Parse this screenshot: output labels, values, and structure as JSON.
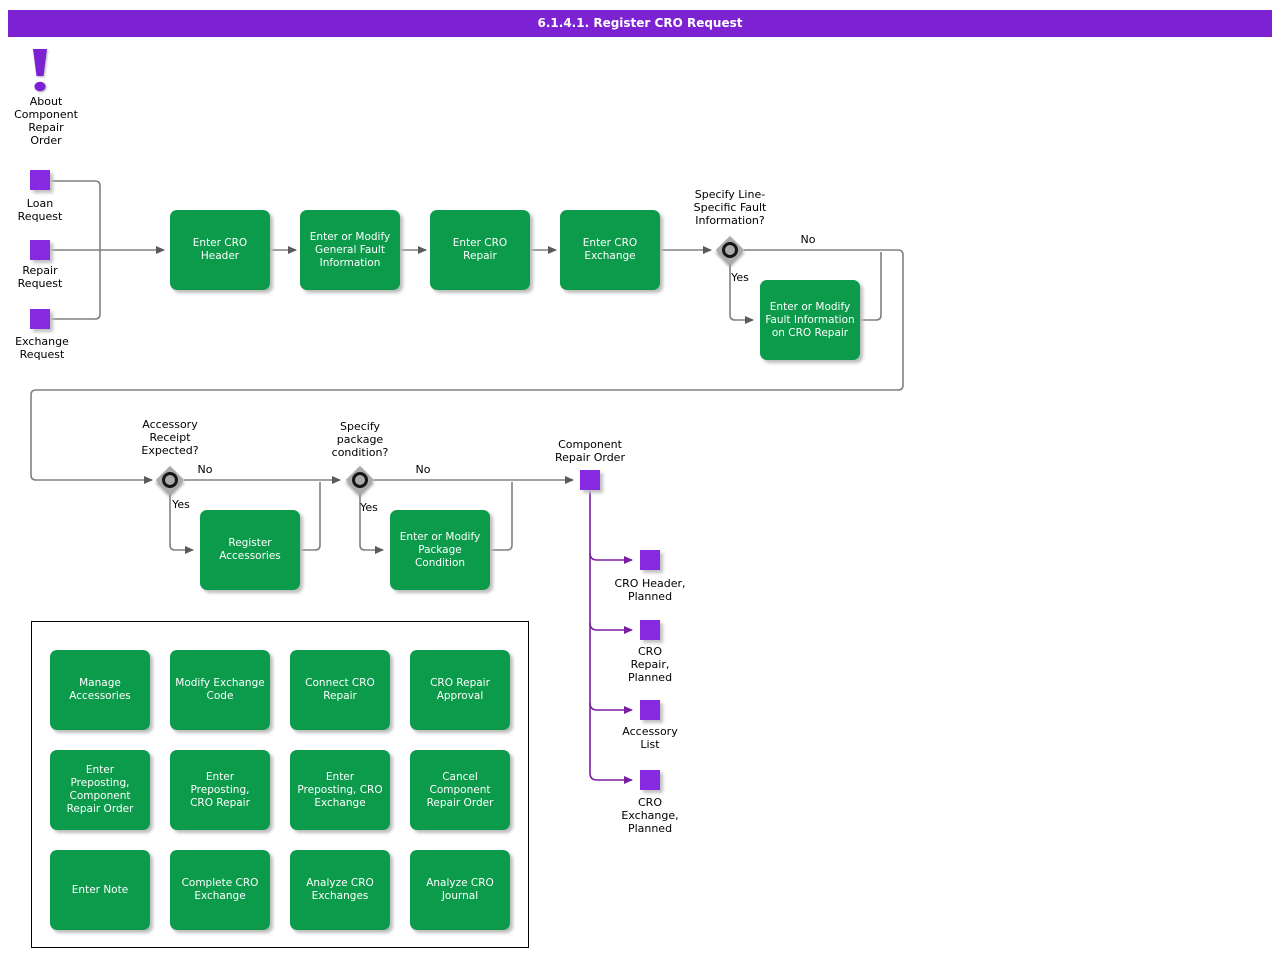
{
  "title": "6.1.4.1. Register CRO Request",
  "about": {
    "label": "About\nComponent\nRepair\nOrder"
  },
  "inputs": [
    {
      "label": "Loan\nRequest"
    },
    {
      "label": "Repair\nRequest"
    },
    {
      "label": "Exchange\nRequest"
    }
  ],
  "process": {
    "activities": [
      {
        "label": "Enter CRO\nHeader"
      },
      {
        "label": "Enter or Modify\nGeneral Fault\nInformation"
      },
      {
        "label": "Enter CRO\nRepair"
      },
      {
        "label": "Enter CRO\nExchange"
      },
      {
        "label": "Enter or Modify\nFault Information\non CRO Repair"
      },
      {
        "label": "Register\nAccessories"
      },
      {
        "label": "Enter or Modify\nPackage\nCondition"
      }
    ],
    "decisions": [
      {
        "question": "Specify Line-\nSpecific Fault\nInformation?",
        "yes": "Yes",
        "no": "No"
      },
      {
        "question": "Accessory\nReceipt\nExpected?",
        "yes": "Yes",
        "no": "No"
      },
      {
        "question": "Specify\npackage\ncondition?",
        "yes": "Yes",
        "no": "No"
      }
    ]
  },
  "output": {
    "main": {
      "label": "Component\nRepair Order"
    },
    "items": [
      {
        "label": "CRO Header,\nPlanned"
      },
      {
        "label": "CRO\nRepair,\nPlanned"
      },
      {
        "label": "Accessory\nList"
      },
      {
        "label": "CRO\nExchange,\nPlanned"
      }
    ]
  },
  "related": {
    "items": [
      {
        "label": "Manage\nAccessories"
      },
      {
        "label": "Modify Exchange\nCode"
      },
      {
        "label": "Connect CRO\nRepair"
      },
      {
        "label": "CRO Repair\nApproval"
      },
      {
        "label": "Enter\nPreposting,\nComponent\nRepair Order"
      },
      {
        "label": "Enter\nPreposting,\nCRO Repair"
      },
      {
        "label": "Enter\nPreposting, CRO\nExchange"
      },
      {
        "label": "Cancel\nComponent\nRepair Order"
      },
      {
        "label": "Enter Note"
      },
      {
        "label": "Complete CRO\nExchange"
      },
      {
        "label": "Analyze CRO\nExchanges"
      },
      {
        "label": "Analyze CRO\nJournal"
      }
    ]
  },
  "colors": {
    "title_bar": "#7D22D2",
    "activity_green": "#0B9B4B",
    "event_purple": "#8729E0",
    "flow_gray": "#808080",
    "output_purple": "#7B1FA2"
  }
}
